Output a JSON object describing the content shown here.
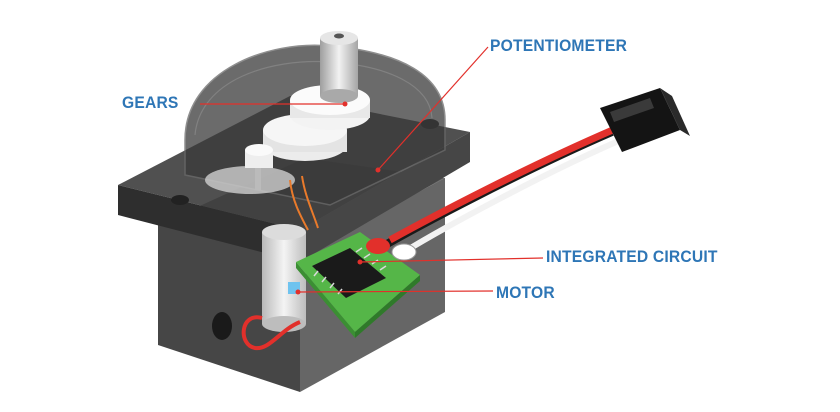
{
  "labels": {
    "gears": "GEARS",
    "potentiometer": "POTENTIOMETER",
    "integrated_circuit": "INTEGRATED CIRCUIT",
    "motor": "MOTOR"
  },
  "colors": {
    "label_text": "#2e76b6",
    "leader_line": "#e2302b",
    "housing": "#3a3a3a",
    "pcb": "#55b648",
    "wire_black": "#1a1a1a",
    "wire_red": "#e2302b",
    "wire_white": "#ffffff"
  },
  "icons": {
    "servo": "servo-motor-illustration"
  }
}
